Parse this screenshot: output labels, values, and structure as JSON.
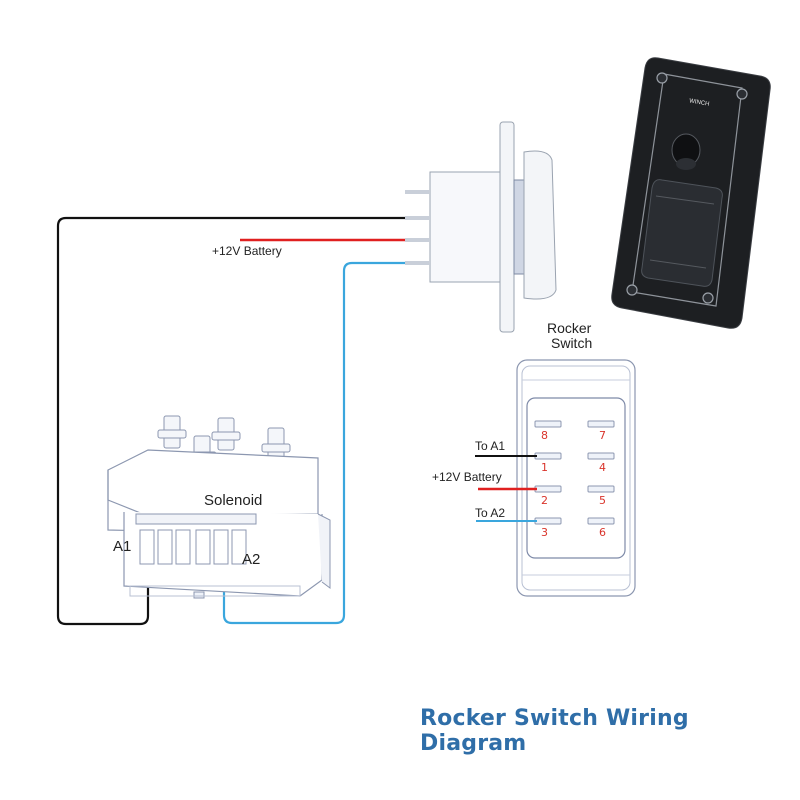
{
  "caption": "Rocker Switch Wiring Diagram",
  "solenoid": {
    "label": "Solenoid",
    "terminal_a1": "A1",
    "terminal_a2": "A2"
  },
  "rocker": {
    "title_line1": "Rocker",
    "title_line2": "Switch",
    "pins": [
      "8",
      "7",
      "1",
      "4",
      "2",
      "5",
      "3",
      "6"
    ],
    "wire_labels": {
      "a1": "To A1",
      "battery": "+12V Battery",
      "a2": "To A2"
    }
  },
  "side_switch": {
    "battery_label": "+12V Battery"
  },
  "panel": {
    "label": "WINCH"
  },
  "colors": {
    "black_wire": "#111111",
    "red_wire": "#e02020",
    "blue_wire": "#3aa6dd",
    "caption": "#2f6ea8",
    "pin_text": "#d9342b"
  }
}
